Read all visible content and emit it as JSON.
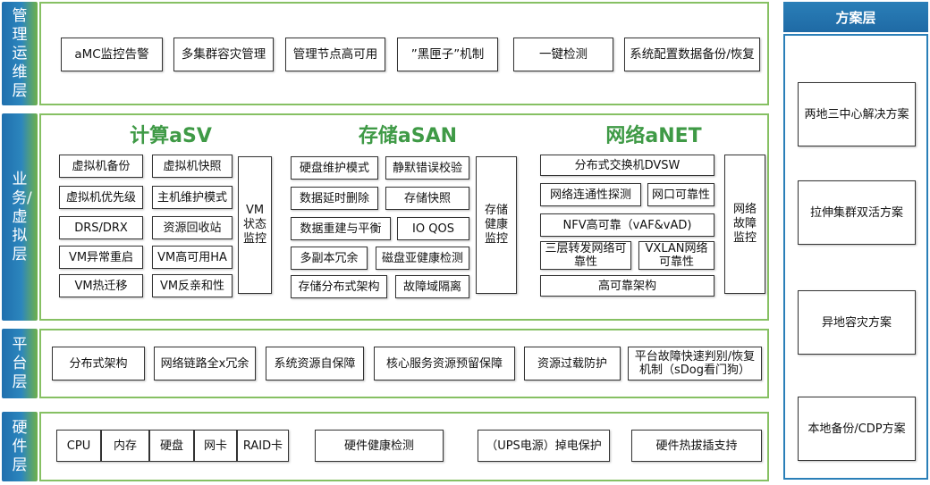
{
  "layers": {
    "management": {
      "label": "管理运维层",
      "items": [
        "aMC监控告警",
        "多集群容灾管理",
        "管理节点高可用",
        "”黑匣子”机制",
        "一键检测",
        "系统配置数据备份/恢复"
      ]
    },
    "business": {
      "label": "业务/虚拟层",
      "compute": {
        "title": "计算aSV",
        "items": [
          "虚拟机备份",
          "虚拟机快照",
          "虚拟机优先级",
          "主机维护模式",
          "DRS/DRX",
          "资源回收站",
          "VM异常重启",
          "VM高可用HA",
          "VM热迁移",
          "VM反亲和性"
        ],
        "monitor": "VM状态监控"
      },
      "storage": {
        "title": "存储aSAN",
        "items": [
          "硬盘维护模式",
          "静默错误校验",
          "数据延时删除",
          "存储快照",
          "数据重建与平衡",
          "IO QOS",
          "多副本冗余",
          "磁盘亚健康检测",
          "存储分布式架构",
          "故障域隔离"
        ],
        "monitor": "存储健康监控"
      },
      "network": {
        "title": "网络aNET",
        "items": [
          "分布式交换机DVSW",
          "网络连通性探测",
          "网口可靠性",
          "NFV高可靠（vAF&vAD)",
          "三层转发网络可靠性",
          "VXLAN网络可靠性",
          "高可靠架构"
        ],
        "monitor": "网络故障监控"
      }
    },
    "platform": {
      "label": "平台层",
      "items": [
        "分布式架构",
        "网络链路全x冗余",
        "系统资源自保障",
        "核心服务资源预留保障",
        "资源过载防护",
        "平台故障快速判别/恢复机制（sDog看门狗）"
      ]
    },
    "hardware": {
      "label": "硬件层",
      "items": [
        "CPU",
        "内存",
        "硬盘",
        "网卡",
        "RAID卡",
        "硬件健康检测",
        "（UPS电源）掉电保护",
        "硬件热拔插支持"
      ]
    }
  },
  "plans": {
    "title": "方案层",
    "items": [
      "两地三中心解决方案",
      "拉伸集群双活方案",
      "异地容灾方案",
      "本地备份/CDP方案"
    ]
  }
}
